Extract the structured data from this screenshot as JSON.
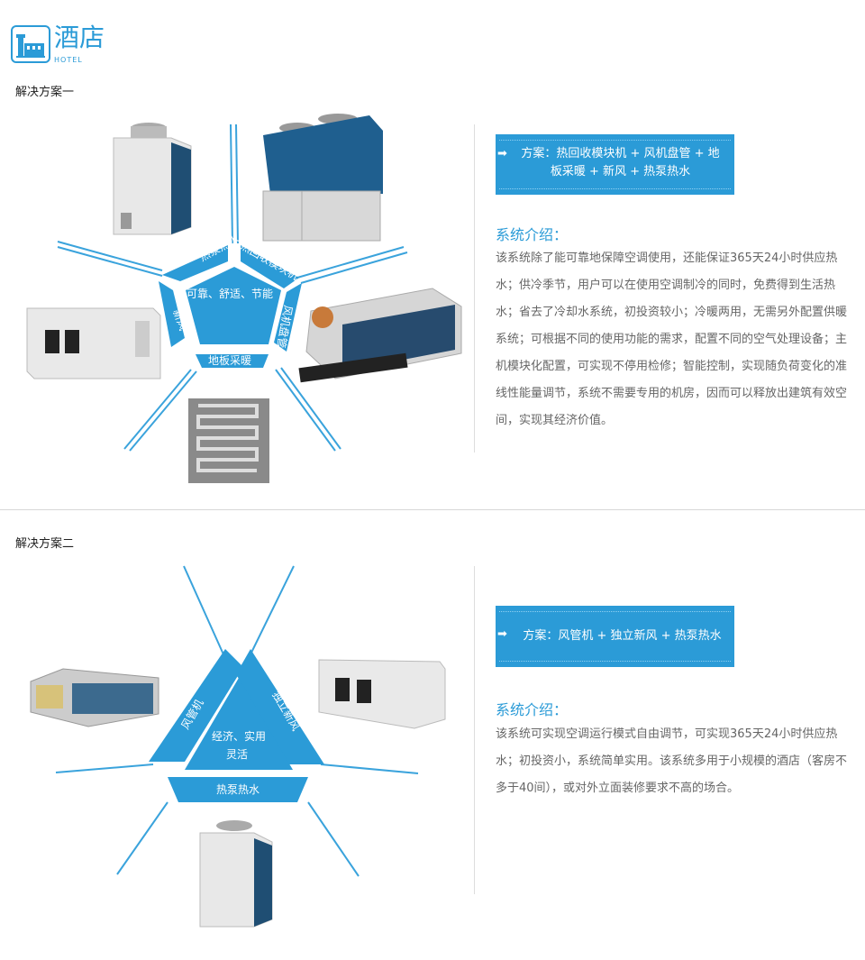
{
  "header": {
    "title": "酒店",
    "subtitle": "HOTEL"
  },
  "solution1": {
    "title": "解决方案一",
    "banner_arrow": "➡",
    "banner_line1": "方案：热回收模块机 + 风机盘管 + 地",
    "banner_line2": "板采暖 + 新风 + 热泵热水",
    "intro_title": "系统介绍：",
    "intro_body": "该系统除了能可靠地保障空调使用，还能保证365天24小时供应热水；供冷季节，用户可以在使用空调制冷的同时，免费得到生活热水；省去了冷却水系统，初投资较小；冷暖两用，无需另外配置供暖系统；可根据不同的使用功能的需求，配置不同的空气处理设备；主机模块化配置，可实现不停用检修；智能控制，实现随负荷变化的准线性能量调节，系统不需要专用的机房，因而可以释放出建筑有效空间，实现其经济价值。",
    "center": "可靠、舒适、节能",
    "segments": {
      "a": "热泵热水",
      "b": "热回收模块机",
      "c": "风机盘管",
      "d": "地板采暖",
      "e": "新风"
    }
  },
  "solution2": {
    "title": "解决方案二",
    "banner_arrow": "➡",
    "banner_line1": "方案：风管机 + 独立新风 + 热泵热水",
    "intro_title": "系统介绍：",
    "intro_body": "该系统可实现空调运行模式自由调节，可实现365天24小时供应热水；初投资小，系统简单实用。该系统多用于小规模的酒店（客房不多于40间），或对外立面装修要求不高的场合。",
    "center_line1": "经济、实用",
    "center_line2": "灵活",
    "segments": {
      "left": "风管机",
      "right": "独立新风",
      "bottom": "热泵热水"
    }
  },
  "colors": {
    "accent": "#2b9bd7"
  }
}
